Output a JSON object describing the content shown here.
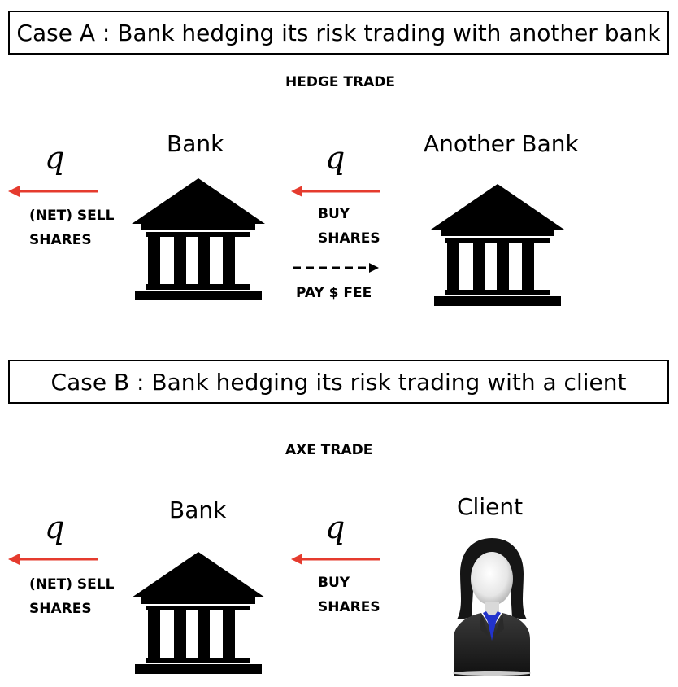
{
  "case_a": {
    "title": "Case A : Bank hedging its risk trading with another bank",
    "trade_type": "HEDGE TRADE",
    "left_entity": "Bank",
    "right_entity": "Another Bank",
    "outer_quantity": "q",
    "inner_quantity": "q",
    "sell_line1": "(NET) SELL",
    "sell_line2": "SHARES",
    "buy_line1": "BUY",
    "buy_line2": "SHARES",
    "fee_label": "PAY $ FEE"
  },
  "case_b": {
    "title": "Case B : Bank hedging its risk trading with a client",
    "trade_type": "AXE TRADE",
    "left_entity": "Bank",
    "right_entity": "Client",
    "outer_quantity": "q",
    "inner_quantity": "q",
    "sell_line1": "(NET) SELL",
    "sell_line2": "SHARES",
    "buy_line1": "BUY",
    "buy_line2": "SHARES"
  },
  "colors": {
    "arrow": "#e53b2e",
    "icon": "#000000",
    "client_accent": "#2233cc"
  },
  "icons": {
    "bank": "bank-building-icon",
    "client": "person-icon"
  }
}
